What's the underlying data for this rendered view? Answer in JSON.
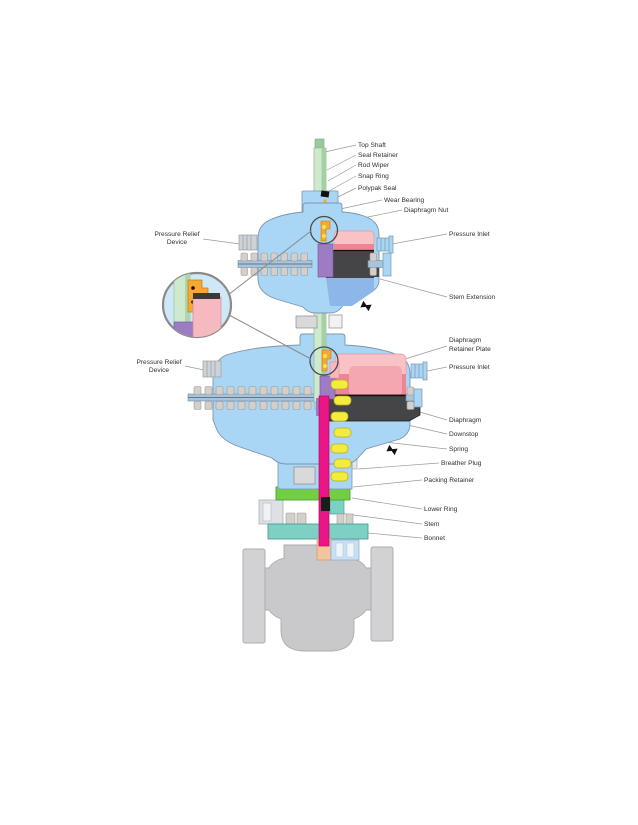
{
  "diagram": {
    "description": "Cutaway technical diagram of a sliding-stem control valve with two diaphragm actuators and a magnified detail inset",
    "labels": {
      "top_shaft": "Top Shaft",
      "seal_retainer": "Seal Retainer",
      "rod_wiper": "Rod Wiper",
      "snap_ring": "Snap Ring",
      "polypak_seal": "Polypak Seal",
      "wear_bearing": "Wear Bearing",
      "diaphragm_nut": "Diaphragm Nut",
      "pressure_inlet_upper": "Pressure Inlet",
      "pressure_relief_device_upper_line1": "Pressure Relief",
      "pressure_relief_device_upper_line2": "Device",
      "stem_extension": "Stem Extension",
      "diaphragm_retainer_plate_line1": "Diaphragm",
      "diaphragm_retainer_plate_line2": "Retainer Plate",
      "pressure_inlet_lower": "Pressure Inlet",
      "pressure_relief_device_lower_line1": "Pressure Relief",
      "pressure_relief_device_lower_line2": "Device",
      "diaphragm": "Diaphragm",
      "downstop": "Downstop",
      "spring": "Spring",
      "breather_plug": "Breather Plug",
      "packing_retainer": "Packing Retainer",
      "lower_ring": "Lower Ring",
      "stem": "Stem",
      "bonnet": "Bonnet"
    },
    "colors": {
      "actuator_blue": "#a9d6f4",
      "actuator_blue_dark": "#8db7e9",
      "diaphragm_pink_light": "#f9c3c6",
      "diaphragm_pink_dark": "#ef8494",
      "plate_dark_gray": "#454548",
      "stem_green": "#cfe9cd",
      "stem_magenta": "#ea1688",
      "spring_yellow": "#f3ec3d",
      "nut_orange": "#f5a832",
      "guide_purple": "#9d7cc4",
      "bonnet_teal": "#7ed0c4",
      "ring_green": "#72cf45",
      "valve_body_gray": "#c9c9cb",
      "leader_line_gray": "#9a9a9a"
    }
  }
}
